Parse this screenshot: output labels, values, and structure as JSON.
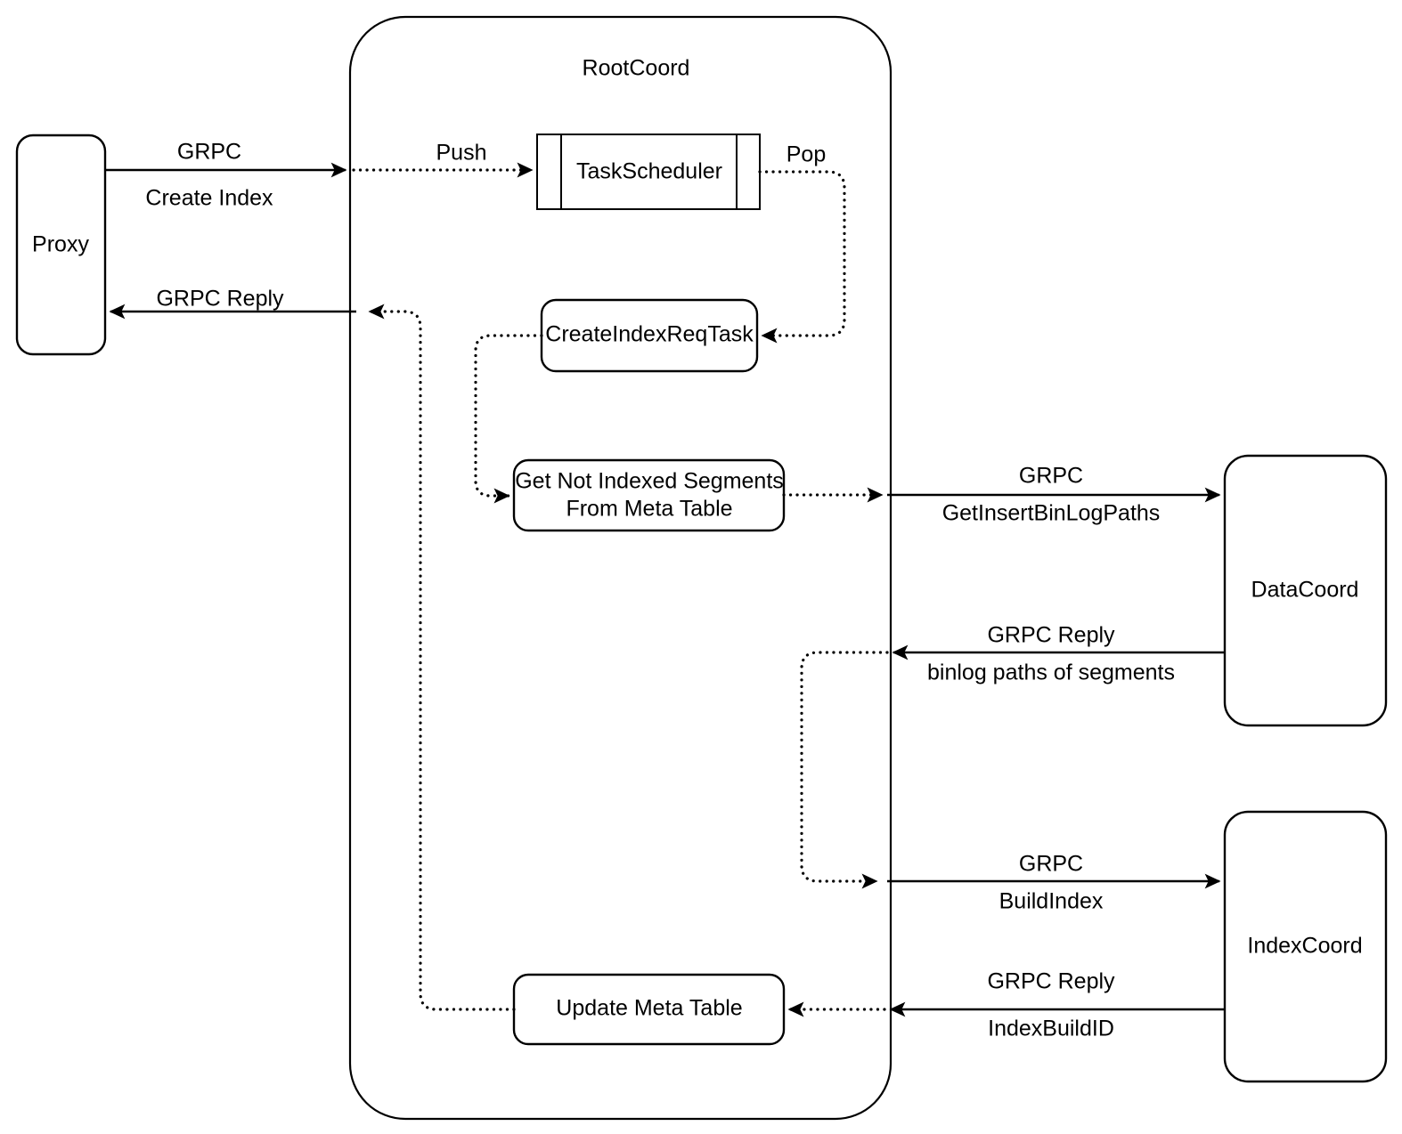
{
  "diagram": {
    "title_container": "RootCoord",
    "background_color": "#ffffff",
    "stroke_color": "#000000",
    "nodes": {
      "proxy": "Proxy",
      "task_scheduler": "TaskScheduler",
      "create_index_req_task": "CreateIndexReqTask",
      "get_not_indexed_segments_line1": "Get Not Indexed Segments",
      "get_not_indexed_segments_line2": "From Meta Table",
      "update_meta_table": "Update Meta Table",
      "data_coord": "DataCoord",
      "index_coord": "IndexCoord"
    },
    "edges": {
      "proxy_to_rootcoord_line1": "GRPC",
      "proxy_to_rootcoord_line2": "Create Index",
      "rootcoord_to_proxy": "GRPC Reply",
      "push": "Push",
      "pop": "Pop",
      "to_datacoord_line1": "GRPC",
      "to_datacoord_line2": "GetInsertBinLogPaths",
      "from_datacoord_line1": "GRPC Reply",
      "from_datacoord_line2": "binlog paths of segments",
      "to_indexcoord_line1": "GRPC",
      "to_indexcoord_line2": "BuildIndex",
      "from_indexcoord_line1": "GRPC Reply",
      "from_indexcoord_line2": "IndexBuildID"
    }
  }
}
